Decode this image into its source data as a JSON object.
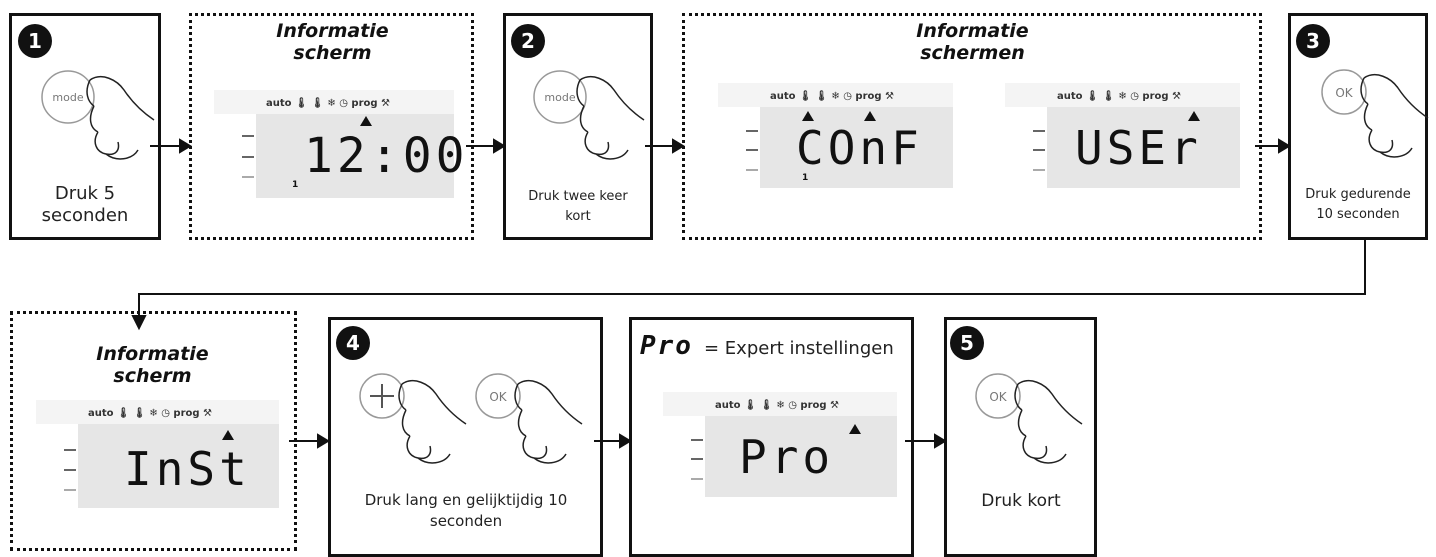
{
  "steps": [
    {
      "num": "1",
      "caption": "Druk 5\nseconden",
      "button": "mode"
    },
    {
      "num": "2",
      "caption": "Druk twee keer\nkort",
      "button": "mode"
    },
    {
      "num": "3",
      "caption": "Druk gedurende\n10 seconden",
      "button": "OK"
    },
    {
      "num": "4",
      "caption": "Druk  lang en gelijktijdig 10\nseconden",
      "button_plus": "+",
      "button_ok": "OK"
    },
    {
      "num": "5",
      "caption": "Druk kort",
      "button": "OK"
    }
  ],
  "info": {
    "screen1_title": "Informatie\nscherm",
    "screens_title": "Informatie\nschermen",
    "screen2_title": "Informatie\nscherm"
  },
  "lcd": {
    "icon_row": "auto 🌡 🌡 ❄ ◷ prog ⚒",
    "time": "12:00",
    "conf": "COnF",
    "user": "USEr",
    "inst": "InSt",
    "pro": "Pro",
    "indicator_one": "1"
  },
  "expert": {
    "code": "Pro",
    "label": "= Expert instellingen"
  }
}
